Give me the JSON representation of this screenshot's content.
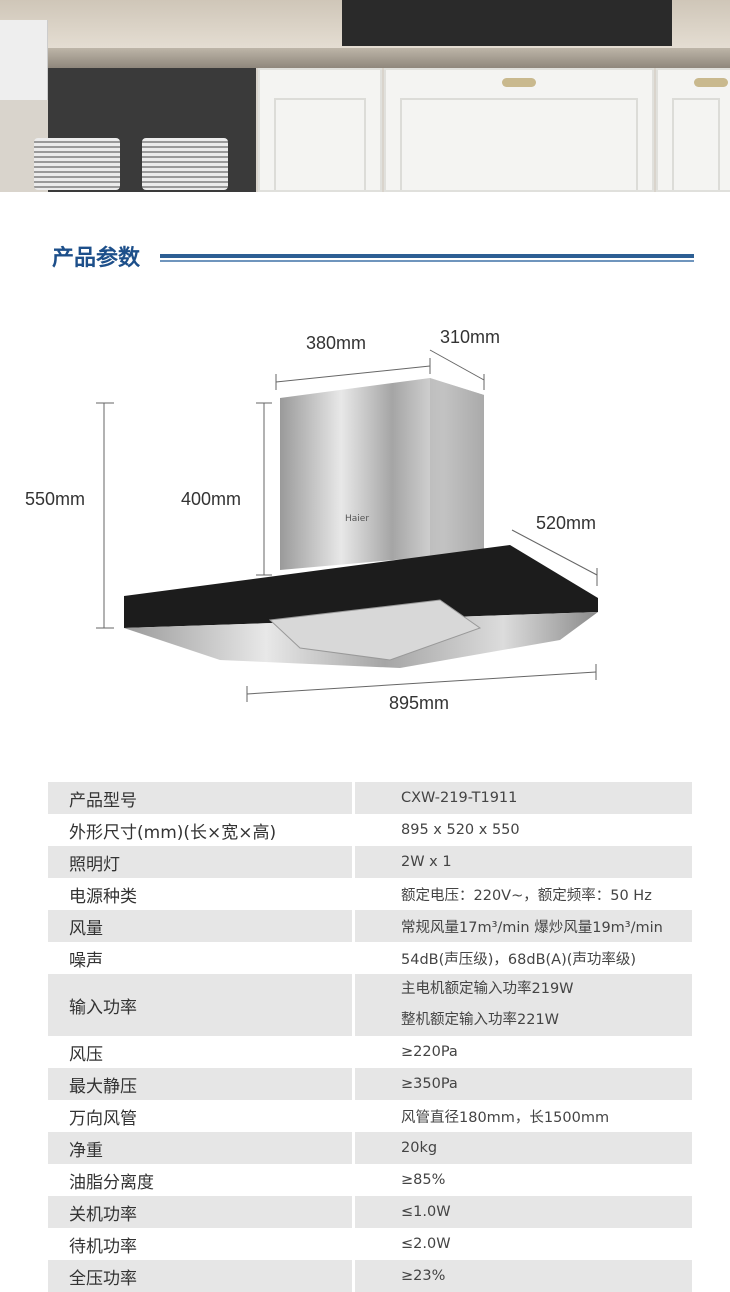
{
  "section_title": "产品参数",
  "diagram": {
    "dims": {
      "width_top": "380mm",
      "depth_top": "310mm",
      "total_height": "550mm",
      "chimney_height": "400mm",
      "depth": "520mm",
      "length": "895mm"
    },
    "brand": "Haier"
  },
  "specs": [
    {
      "label": "产品型号",
      "values": [
        "CXW-219-T1911"
      ]
    },
    {
      "label": "外形尺寸(mm)(长×宽×高)",
      "values": [
        "895 x 520 x 550"
      ]
    },
    {
      "label": "照明灯",
      "values": [
        "2W x 1"
      ]
    },
    {
      "label": "电源种类",
      "values": [
        "额定电压：220V~，额定频率：50 Hz"
      ]
    },
    {
      "label": "风量",
      "values": [
        "常规风量17m³/min  爆炒风量19m³/min"
      ]
    },
    {
      "label": "噪声",
      "values": [
        "54dB(声压级)，68dB(A)(声功率级)"
      ]
    },
    {
      "label": "输入功率",
      "values": [
        "主电机额定输入功率219W",
        "整机额定输入功率221W"
      ]
    },
    {
      "label": "风压",
      "values": [
        "≥220Pa"
      ]
    },
    {
      "label": "最大静压",
      "values": [
        "≥350Pa"
      ]
    },
    {
      "label": "万向风管",
      "values": [
        "风管直径180mm，长1500mm"
      ]
    },
    {
      "label": "净重",
      "values": [
        "20kg"
      ]
    },
    {
      "label": "油脂分离度",
      "values": [
        "≥85%"
      ]
    },
    {
      "label": "关机功率",
      "values": [
        "≤1.0W"
      ]
    },
    {
      "label": "待机功率",
      "values": [
        "≤2.0W"
      ]
    },
    {
      "label": "全压功率",
      "values": [
        "≥23%"
      ]
    }
  ]
}
